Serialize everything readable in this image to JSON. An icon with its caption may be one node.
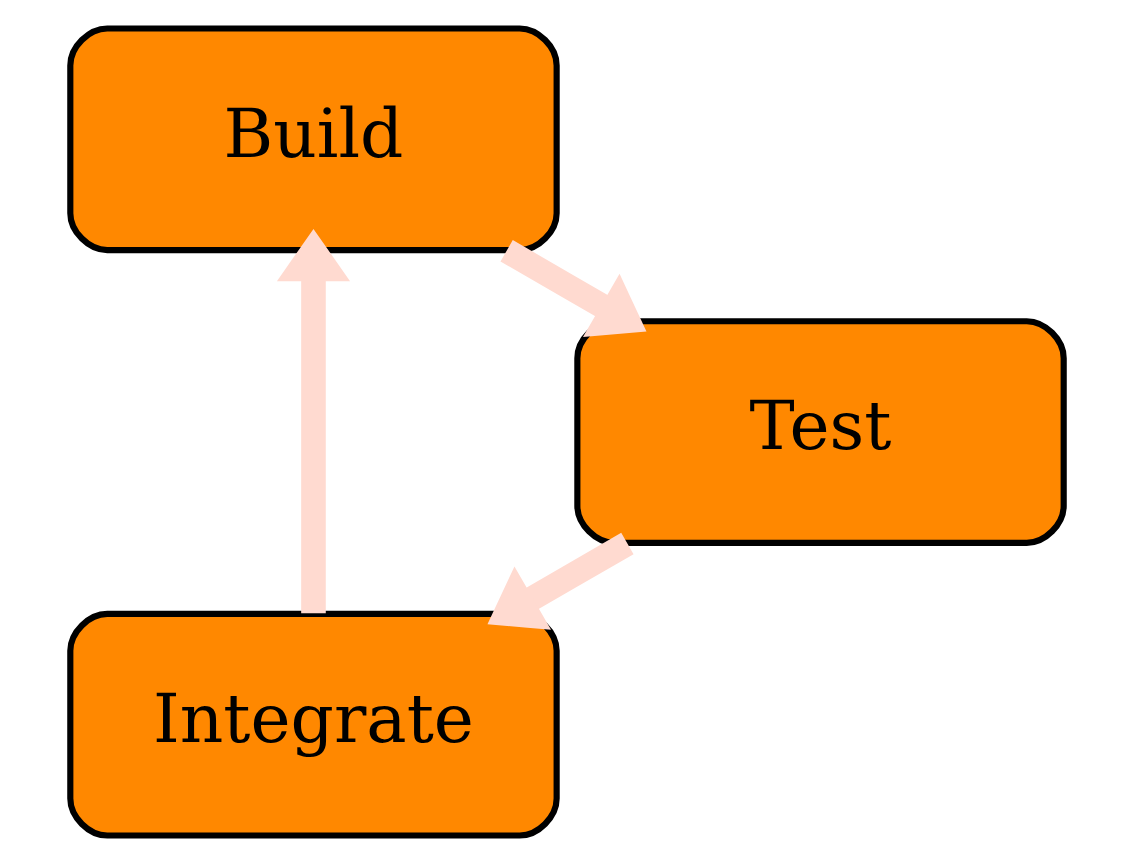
{
  "diagram": {
    "nodes": [
      {
        "text": [
          "Integrate"
        ]
      },
      {
        "text": [
          "Build"
        ]
      },
      {
        "text": [
          "Test"
        ]
      }
    ],
    "edges": [
      {
        "from": 0,
        "to": 1,
        "arrow": "to"
      },
      {
        "from": 1,
        "to": 2,
        "arrow": "to"
      },
      {
        "from": 2,
        "to": 0,
        "arrow": "to"
      }
    ]
  }
}
